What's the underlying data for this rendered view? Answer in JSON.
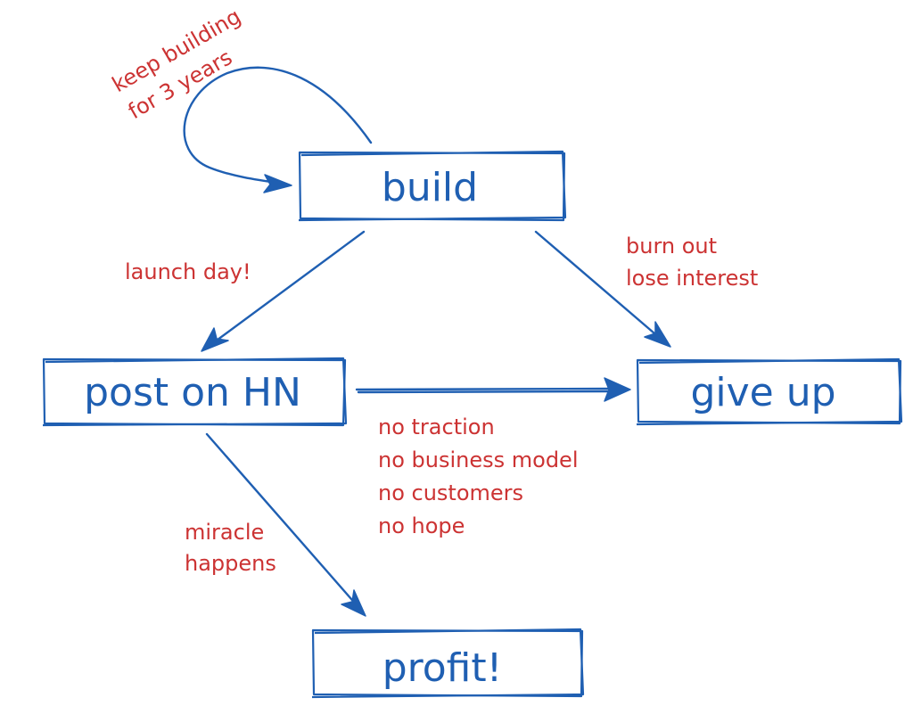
{
  "nodes": {
    "build": "build",
    "post_on_hn": "post on HN",
    "give_up": "give up",
    "profit": "profit!"
  },
  "edges": {
    "loop": [
      "keep building",
      "for 3 years"
    ],
    "build_to_post": [
      "launch day!"
    ],
    "build_to_give_up": [
      "burn out",
      "lose interest"
    ],
    "post_to_give_up": [
      "no traction",
      "no business model",
      "no customers",
      "no hope"
    ],
    "post_to_profit": [
      "miracle",
      "happens"
    ]
  },
  "colors": {
    "node": "#1f5fb2",
    "annotation": "#cc3333",
    "background": "#ffffff"
  }
}
